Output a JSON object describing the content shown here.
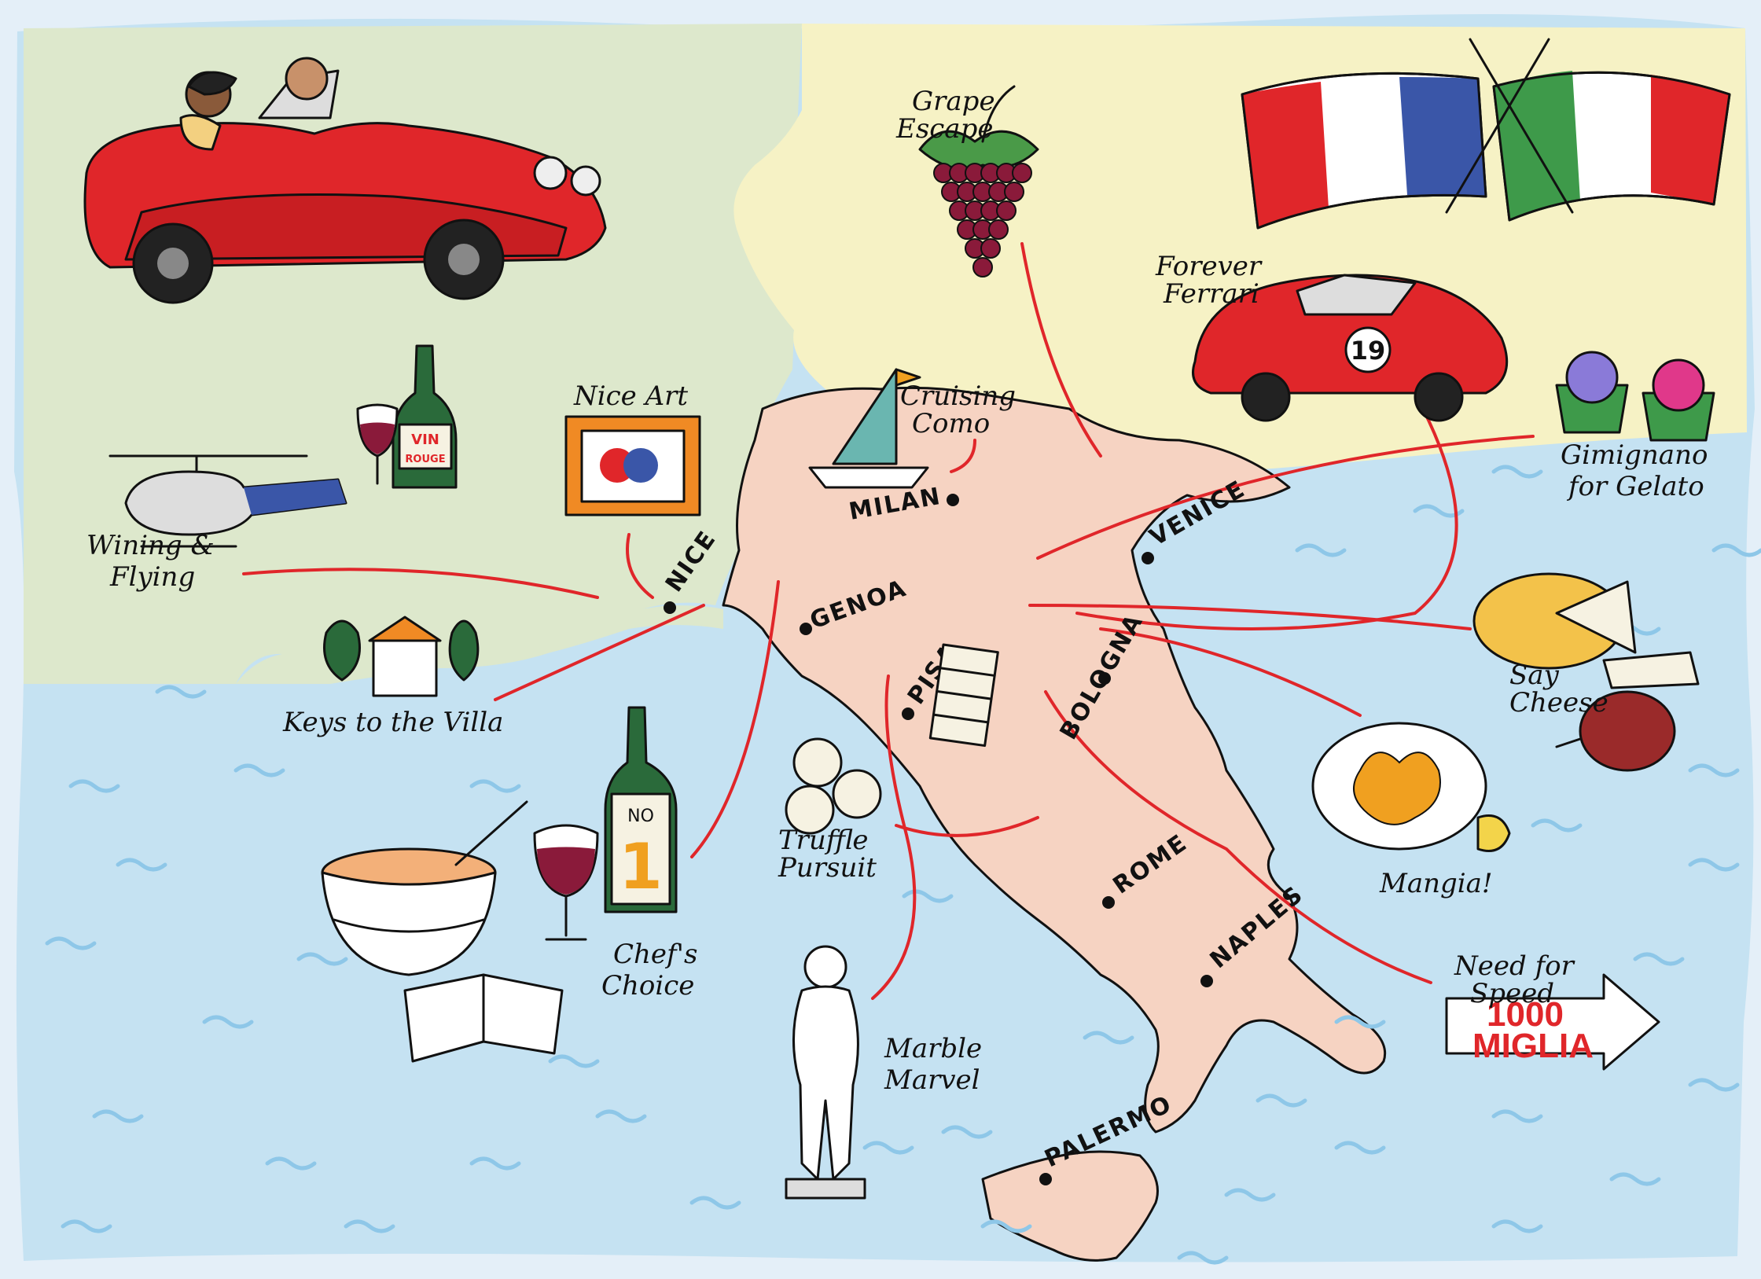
{
  "colors": {
    "sea": "#c5e2f2",
    "land_france": "#dde8cc",
    "land_north": "#f6f2c5",
    "italy": "#f6d3c2",
    "route": "#e0262a",
    "wave": "#8ec7e8",
    "frame": "#e4eff8"
  },
  "cities": [
    {
      "id": "nice",
      "label": "NICE"
    },
    {
      "id": "milan",
      "label": "MILAN"
    },
    {
      "id": "genoa",
      "label": "GENOA"
    },
    {
      "id": "venice",
      "label": "VENICE"
    },
    {
      "id": "pisa",
      "label": "PISA"
    },
    {
      "id": "bologna",
      "label": "BOLOGNA"
    },
    {
      "id": "rome",
      "label": "ROME"
    },
    {
      "id": "naples",
      "label": "NAPLES"
    },
    {
      "id": "palermo",
      "label": "PALERMO"
    }
  ],
  "attractions": {
    "grape": {
      "line1": "Grape",
      "line2": "Escape",
      "icon": "grape-icon"
    },
    "ferrari": {
      "line1": "Forever",
      "line2": "Ferrari",
      "icon": "race-car-icon",
      "number": "19"
    },
    "como": {
      "line1": "Cruising",
      "line2": "Como",
      "icon": "sailboat-icon"
    },
    "nice_art": {
      "line1": "Nice Art",
      "icon": "painting-icon"
    },
    "wine": {
      "line1": "VIN",
      "line2": "ROUGE",
      "icon": "wine-bottle-icon"
    },
    "wining": {
      "line1": "Wining &",
      "line2": "Flying",
      "icon": "helicopter-icon"
    },
    "gelato": {
      "line1": "Gimignano",
      "line2": "for Gelato",
      "icon": "gelato-icon"
    },
    "cheese": {
      "line1": "Say",
      "line2": "Cheese",
      "icon": "cheese-icon"
    },
    "villa": {
      "line1": "Keys to the Villa",
      "icon": "villa-icon"
    },
    "truffle": {
      "line1": "Truffle",
      "line2": "Pursuit",
      "icon": "truffle-icon"
    },
    "chef": {
      "line1": "Chef's",
      "line2": "Choice",
      "icon": "chef-bottle-icon",
      "bottle_text": "NO",
      "bottle_number": "1"
    },
    "mangia": {
      "line1": "Mangia!",
      "icon": "plate-icon"
    },
    "marble": {
      "line1": "Marble",
      "line2": "Marvel",
      "icon": "statue-icon"
    },
    "speed": {
      "line1": "Need for",
      "line2": "Speed",
      "icon": "arrow-sign-icon",
      "sign_line1": "1000",
      "sign_line2": "MIGLIA"
    }
  },
  "illustrations": {
    "convertible": "red-convertible-icon",
    "flags": "france-italy-flags-icon",
    "leaning_tower": "leaning-tower-icon",
    "ham": "ham-icon"
  }
}
